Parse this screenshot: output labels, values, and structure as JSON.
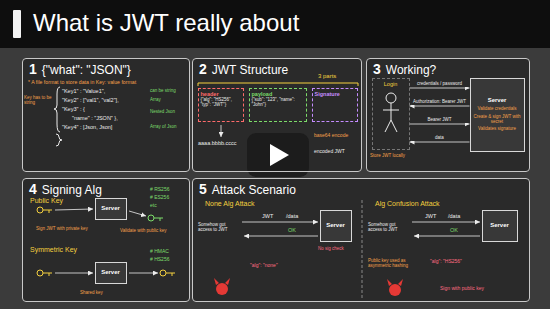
{
  "diagram": {
    "title": "What is JWT really about",
    "nodes": [
      {
        "text": [
          "1",
          "{\"what\": \"JSON\"}"
        ]
      },
      {
        "text": [
          "2",
          "JWT Structure"
        ]
      },
      {
        "text": [
          "header",
          "{\"alg\": \"HS256\", \"typ\": \"JWT\"}"
        ],
        "in": 1
      },
      {
        "text": [
          "payload",
          "{\"sub\": \"123\", \"name\": \"John\"}"
        ],
        "in": 1
      },
      {
        "text": [
          "Signature"
        ],
        "in": 1
      },
      {
        "text": [
          "3",
          "Working?"
        ]
      },
      {
        "text": [
          "Login"
        ],
        "in": 5
      },
      {
        "text": [
          "Server",
          "Validate credentials",
          "Create & sign JWT with secret",
          "Validates signature"
        ],
        "in": 5
      },
      {
        "text": [
          "4",
          "Signing Alg"
        ]
      },
      {
        "text": [
          "Server"
        ],
        "in": 8
      },
      {
        "text": [
          "Server"
        ],
        "in": 8
      },
      {
        "text": [
          "5",
          "Attack Scenario"
        ]
      },
      {
        "text": [
          "Server"
        ],
        "in": 11
      },
      {
        "text": [
          "Server"
        ],
        "in": 11
      }
    ],
    "edges": [
      {
        "from": 6,
        "to": 7,
        "arrow": "to",
        "label": "credentials / password"
      },
      {
        "from": 7,
        "to": 6,
        "arrow": "to",
        "label": "Authorization: Bearer JWT"
      },
      {
        "from": 6,
        "to": 7,
        "arrow": "to",
        "label": "Bearer JWT"
      },
      {
        "from": 7,
        "to": 6,
        "arrow": "to",
        "label": "data"
      }
    ],
    "labels": [
      "* A file format to store data in Key: value format",
      "\"Key1\" : \"Value1\",",
      "\"Key2\" : [\"val1\", \"val2\"],",
      "\"Key3\" : {",
      "\"name\" : \"JSON\" },",
      "\"Key4\" : [Json, Json]",
      "Key has to be string",
      "can be string",
      "Array",
      "Nested Json",
      "Array of Json",
      "3 parts",
      "aaaa.bbbb.cccc",
      "base64 encode",
      "encoded JWT",
      "Store JWT locally",
      "Public Key",
      "# RS256",
      "# ES256",
      "etc",
      "Sign JWT with private key",
      "Validate with public key",
      "Symmetric Key",
      "# HMAC",
      "# HS256",
      "Shared key",
      "None Alg Attack",
      "Alg Confusion Attack",
      "Somehow got access to JWT",
      "JWT",
      "/data",
      "OK",
      "No sig check",
      "\"alg\": \"none\"",
      "Somehow got access to JWT",
      "JWT",
      "/data",
      "OK",
      "\"alg\": \"HS256\"",
      "Public key used as asymmetric hashing",
      "Sign with public key"
    ]
  }
}
